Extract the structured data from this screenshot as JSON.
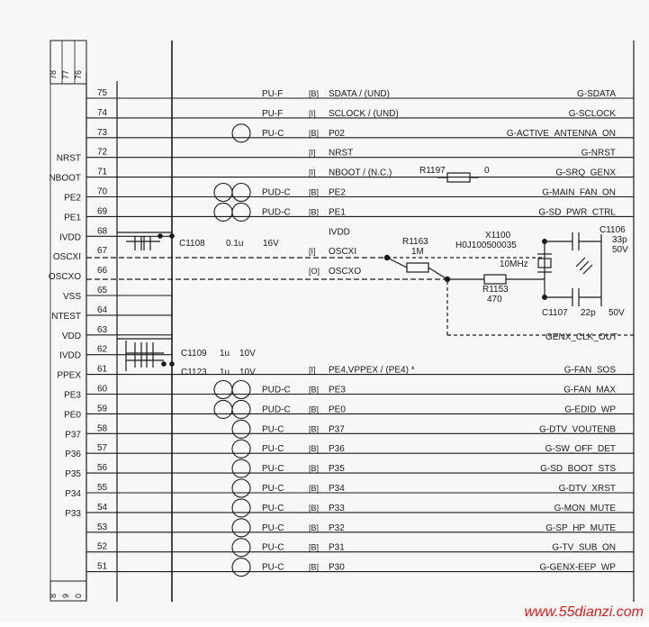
{
  "header_pins": [
    "78",
    "77",
    "76"
  ],
  "footer_pins": [
    "8",
    "9",
    "0"
  ],
  "rows": [
    {
      "pin": "75",
      "left": "",
      "pull": "PU-F",
      "dir": "[B]",
      "func": "SDATA / (UND)",
      "net": "G-SDATA",
      "circles": 0
    },
    {
      "pin": "74",
      "left": "",
      "pull": "PU-F",
      "dir": "[I]",
      "func": "SCLOCK / (UND)",
      "net": "G-SCLOCK",
      "circles": 0
    },
    {
      "pin": "73",
      "left": "",
      "pull": "PU-C",
      "dir": "[B]",
      "func": "P02",
      "net": "G-ACTIVE_ANTENNA_ON",
      "circles": 1
    },
    {
      "pin": "72",
      "left": "NRST",
      "pull": "",
      "dir": "[I]",
      "func": "NRST",
      "net": "G-NRST",
      "circles": 0
    },
    {
      "pin": "71",
      "left": "NBOOT",
      "pull": "",
      "dir": "[I]",
      "func": "NBOOT / (N.C.)",
      "net": "G-SRQ_GENX",
      "circles": 0
    },
    {
      "pin": "70",
      "left": "PE2",
      "pull": "PUD-C",
      "dir": "[B]",
      "func": "PE2",
      "net": "G-MAIN_FAN_ON",
      "circles": 2
    },
    {
      "pin": "69",
      "left": "PE1",
      "pull": "PUD-C",
      "dir": "[B]",
      "func": "PE1",
      "net": "G-SD_PWR_CTRL",
      "circles": 2
    },
    {
      "pin": "68",
      "left": "IVDD",
      "pull": "",
      "dir": "",
      "func": "IVDD",
      "net": "",
      "circles": 0
    },
    {
      "pin": "67",
      "left": "OSCXI",
      "pull": "",
      "dir": "[I]",
      "func": "OSCXI",
      "net": "",
      "circles": 0
    },
    {
      "pin": "66",
      "left": "OSCXO",
      "pull": "",
      "dir": "[O]",
      "func": "OSCXO",
      "net": "",
      "circles": 0
    },
    {
      "pin": "65",
      "left": "VSS",
      "pull": "",
      "dir": "",
      "func": "",
      "net": "",
      "circles": 0
    },
    {
      "pin": "64",
      "left": "NTEST",
      "pull": "",
      "dir": "",
      "func": "",
      "net": "",
      "circles": 0
    },
    {
      "pin": "63",
      "left": "VDD",
      "pull": "",
      "dir": "",
      "func": "",
      "net": "",
      "circles": 0
    },
    {
      "pin": "62",
      "left": "IVDD",
      "pull": "",
      "dir": "",
      "func": "",
      "net": "",
      "circles": 0
    },
    {
      "pin": "61",
      "left": "PPEX",
      "pull": "",
      "dir": "[I]",
      "func": "PE4,VPPEX / (PE4)  *",
      "net": "G-FAN_SOS",
      "circles": 0
    },
    {
      "pin": "60",
      "left": "PE3",
      "pull": "PUD-C",
      "dir": "[B]",
      "func": "PE3",
      "net": "G-FAN_MAX",
      "circles": 2
    },
    {
      "pin": "59",
      "left": "PE0",
      "pull": "PUD-C",
      "dir": "[B]",
      "func": "PE0",
      "net": "G-EDID_WP",
      "circles": 2
    },
    {
      "pin": "58",
      "left": "P37",
      "pull": "PU-C",
      "dir": "[B]",
      "func": "P37",
      "net": "G-DTV_VOUTENB",
      "circles": 1
    },
    {
      "pin": "57",
      "left": "P36",
      "pull": "PU-C",
      "dir": "[B]",
      "func": "P36",
      "net": "G-SW_OFF_DET",
      "circles": 1
    },
    {
      "pin": "56",
      "left": "P35",
      "pull": "PU-C",
      "dir": "[B]",
      "func": "P35",
      "net": "G-SD_BOOT_STS",
      "circles": 1
    },
    {
      "pin": "55",
      "left": "P34",
      "pull": "PU-C",
      "dir": "[B]",
      "func": "P34",
      "net": "G-DTV_XRST",
      "circles": 1
    },
    {
      "pin": "54",
      "left": "P33",
      "pull": "PU-C",
      "dir": "[B]",
      "func": "P33",
      "net": "G-MON_MUTE",
      "circles": 1
    },
    {
      "pin": "53",
      "left": "",
      "pull": "PU-C",
      "dir": "[B]",
      "func": "P32",
      "net": "G-SP_HP_MUTE",
      "circles": 1
    },
    {
      "pin": "52",
      "left": "",
      "pull": "PU-C",
      "dir": "[B]",
      "func": "P31",
      "net": "G-TV_SUB_ON",
      "circles": 1
    },
    {
      "pin": "51",
      "left": "",
      "pull": "PU-C",
      "dir": "[B]",
      "func": "P30",
      "net": "G-GENX-EEP_WP",
      "circles": 1
    }
  ],
  "components": {
    "c1108": {
      "ref": "C1108",
      "val": "0.1u",
      "volt": "16V"
    },
    "c1109": {
      "ref": "C1109",
      "val": "1u",
      "volt": "10V"
    },
    "c1123": {
      "ref": "C1123",
      "val": "1u",
      "volt": "10V"
    },
    "r1197": {
      "ref": "R1197",
      "val": "0"
    },
    "r1163": {
      "ref": "R1163",
      "val": "1M"
    },
    "r1153": {
      "ref": "R1153",
      "val": "470"
    },
    "x1100": {
      "ref": "X1100",
      "part": "H0J100500035",
      "freq": "10MHz"
    },
    "c1106": {
      "ref": "C1106",
      "val": "33p",
      "volt": "50V"
    },
    "c1107": {
      "ref": "C1107",
      "val": "22p",
      "volt": "50V"
    },
    "genx_clk": "GENX_CLK_OUT"
  },
  "watermark": "www.55dianzi.com",
  "colors": {
    "ink": "#1a1a1a",
    "paper": "#f7f7f5",
    "watermark": "#d11f1f"
  }
}
